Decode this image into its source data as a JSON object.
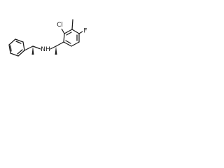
{
  "atoms": {
    "nh": "NH",
    "cl": "Cl",
    "f": "F"
  },
  "colors": {
    "ink": "#1a1a1a",
    "background": "#ffffff"
  }
}
